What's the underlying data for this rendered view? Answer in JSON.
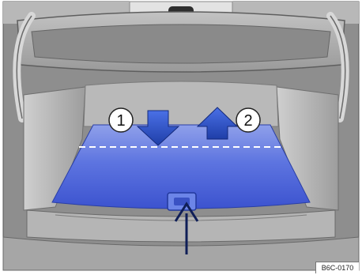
{
  "illustration": {
    "callouts": [
      {
        "id": "1",
        "label": "1"
      },
      {
        "id": "2",
        "label": "2"
      }
    ],
    "reference_code": "B6C-0170",
    "colors": {
      "floor_blue": "#4a62d8",
      "floor_blue_light": "#8fa0ea",
      "arrow_blue": "#2f52c4",
      "car_gray": "#9a9a9a",
      "car_gray_dark": "#6f6f6f",
      "arrow_dark": "#0f1e57"
    }
  }
}
